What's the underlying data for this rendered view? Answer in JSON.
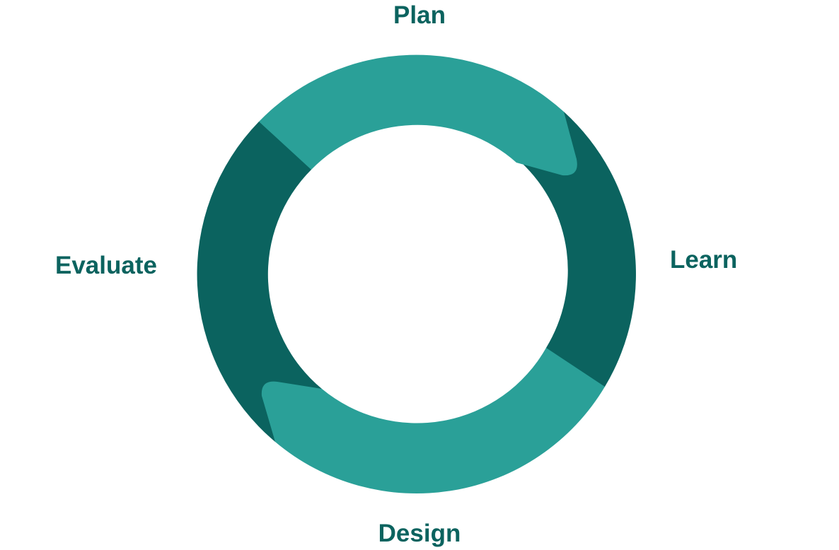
{
  "diagram": {
    "type": "cycle",
    "stages": [
      {
        "id": "plan",
        "label": "Plan",
        "color": "#2aa098"
      },
      {
        "id": "learn",
        "label": "Learn",
        "color": "#0b635f"
      },
      {
        "id": "design",
        "label": "Design",
        "color": "#2aa098"
      },
      {
        "id": "evaluate",
        "label": "Evaluate",
        "color": "#0b635f"
      }
    ],
    "label_color": "#0b635f",
    "background": "#ffffff"
  }
}
